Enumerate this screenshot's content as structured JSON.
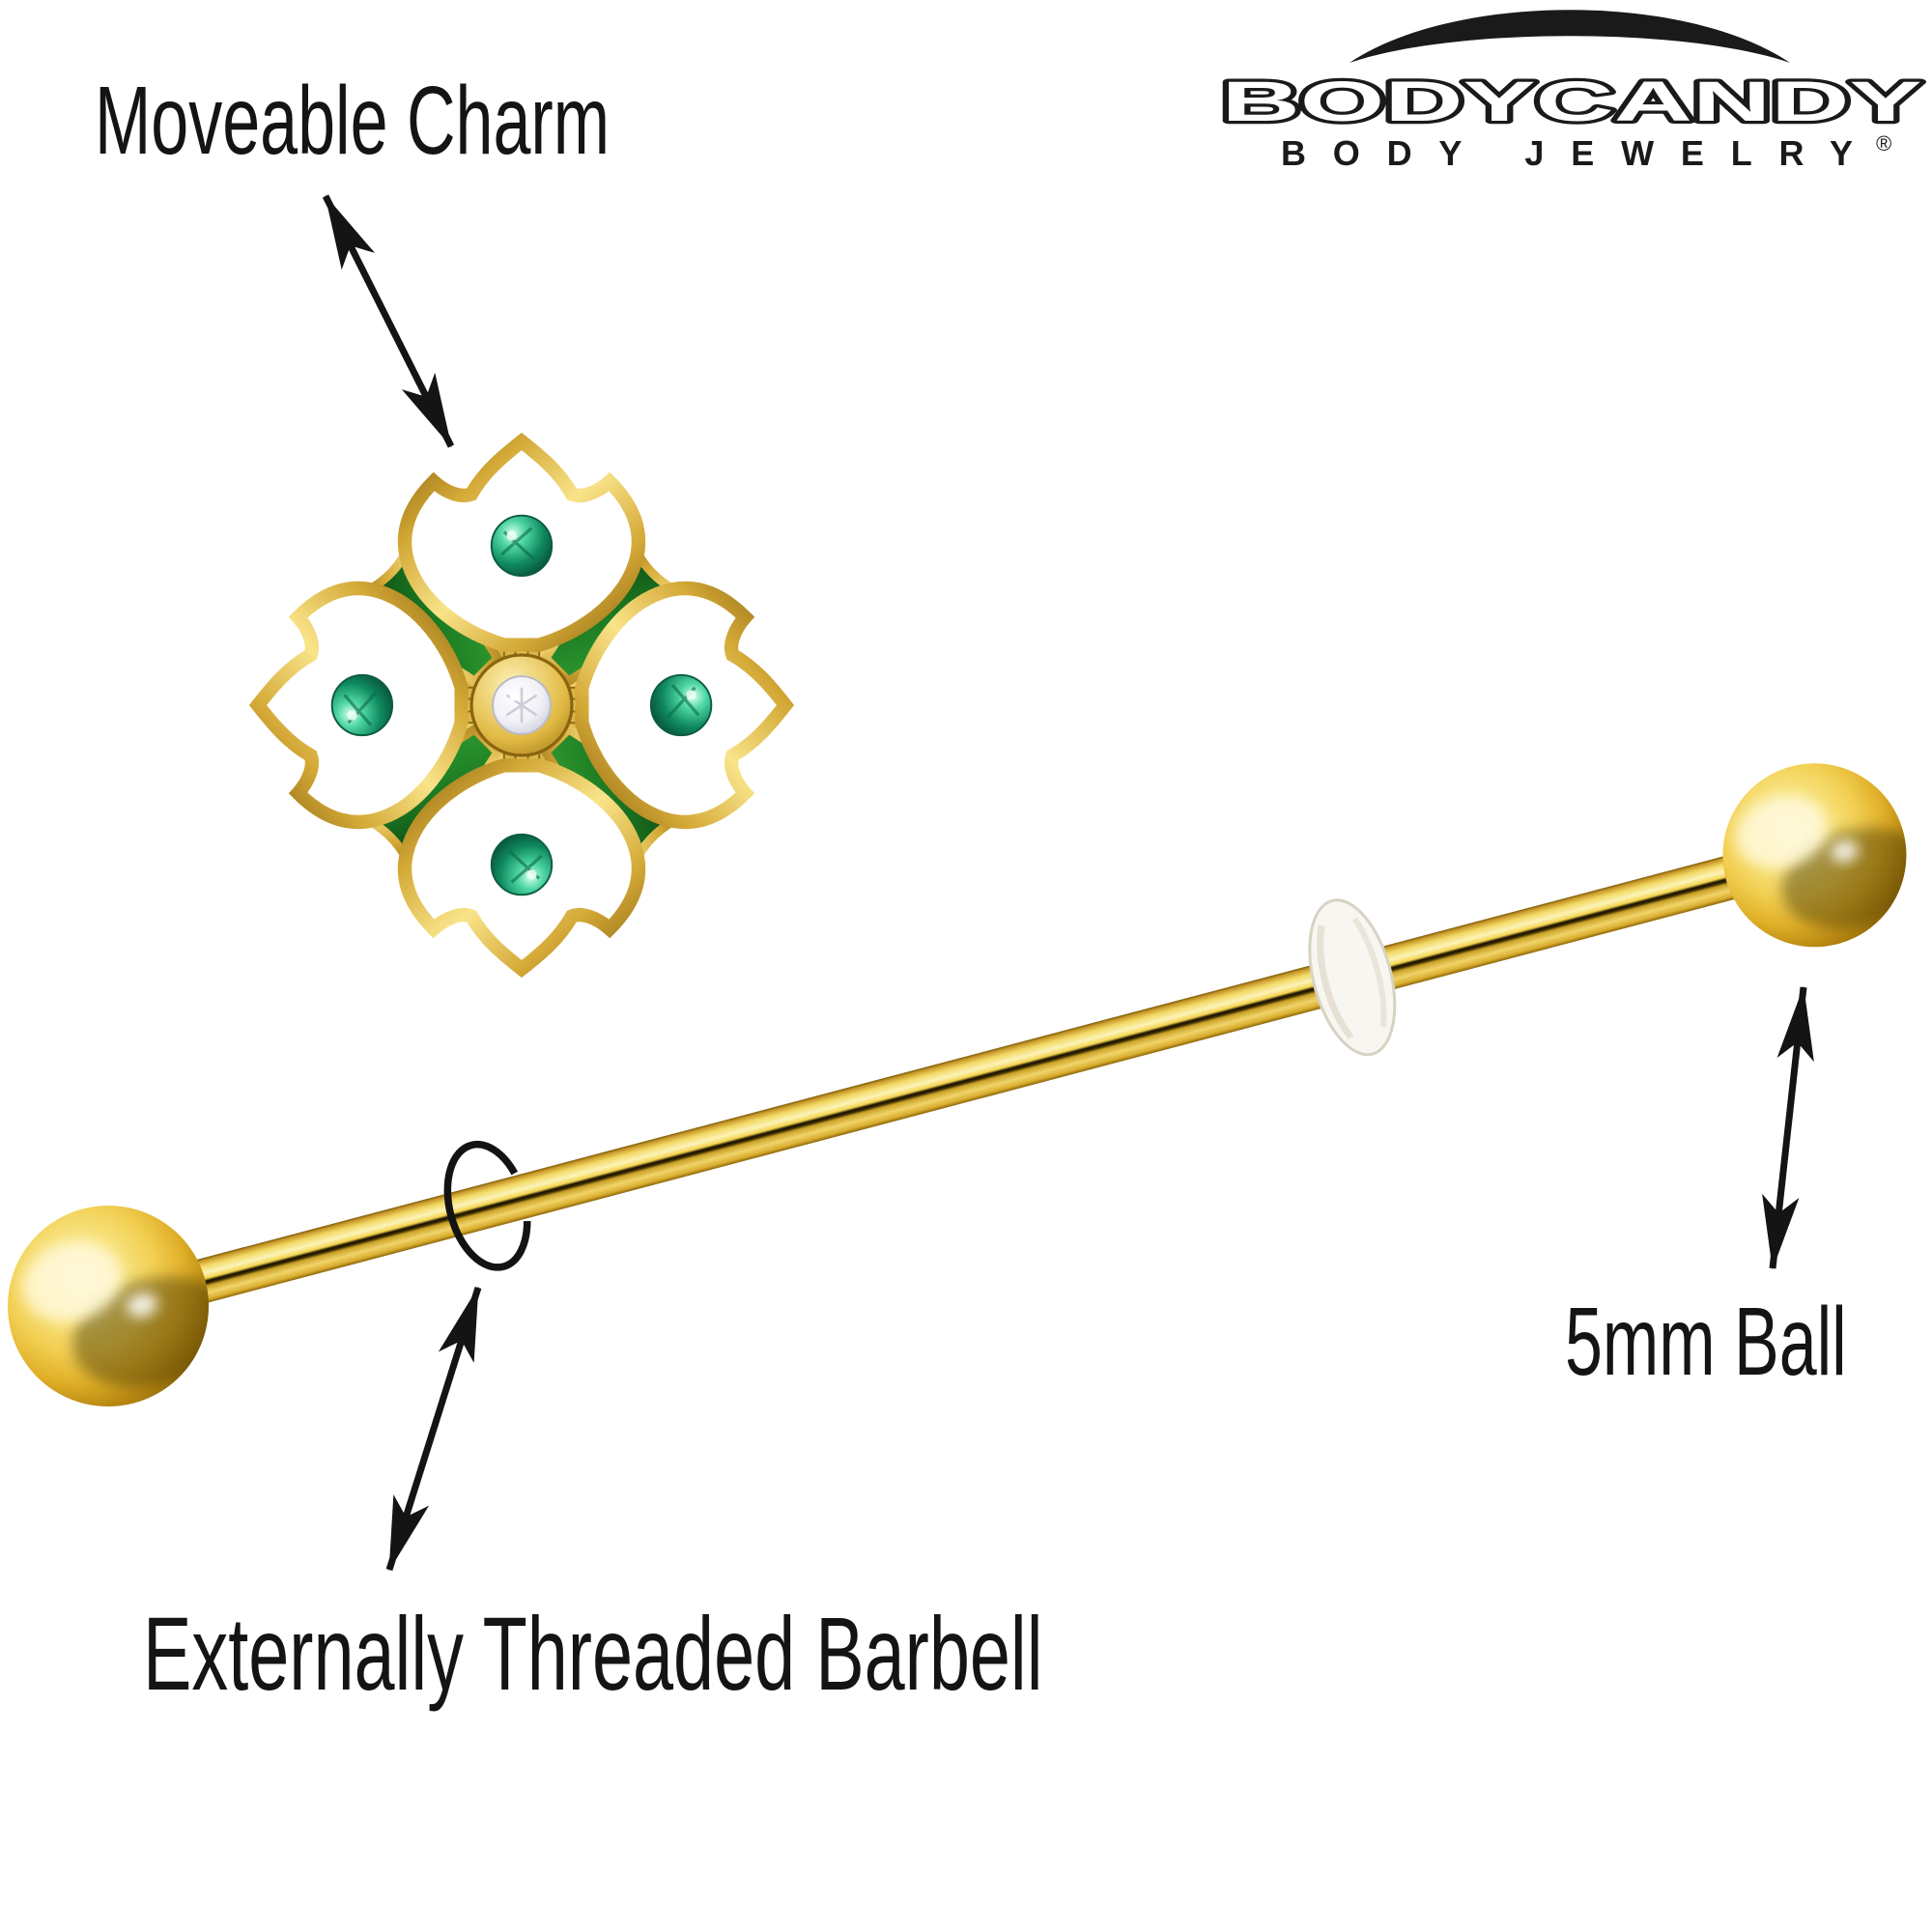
{
  "annotations": {
    "moveable_charm": {
      "label": "Moveable Charm"
    },
    "ball": {
      "label": "5mm Ball"
    },
    "barbell": {
      "label": "Externally Threaded Barbell"
    }
  },
  "logo": {
    "brand": "BODYCANDY",
    "tagline": "BODY JEWELRY",
    "registered_mark": "®"
  },
  "product": {
    "charm": {
      "style": "white-enamel flower cross",
      "gem_color": "#0f8a5f",
      "enamel_green": "#1c7a22",
      "enamel_white": "#ffffff",
      "center_stone_color": "#eef0f6",
      "gem_count": 4
    },
    "barbell": {
      "metal_color": "#f0c537",
      "oring_color": "#f8f6f0"
    }
  },
  "colors": {
    "background": "#ffffff",
    "annotation_ink": "#141414"
  }
}
